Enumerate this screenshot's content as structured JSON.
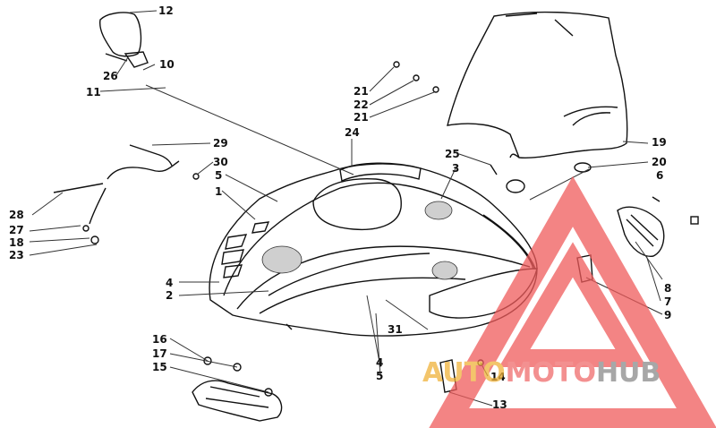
{
  "diagram": {
    "callouts": [
      "12",
      "26",
      "10",
      "11",
      "29",
      "30",
      "24",
      "5",
      "1",
      "28",
      "27",
      "18",
      "23",
      "25",
      "3",
      "21",
      "22",
      "21",
      "19",
      "20",
      "6",
      "8",
      "7",
      "9",
      "4",
      "2",
      "31",
      "4",
      "5",
      "16",
      "17",
      "15",
      "14",
      "13"
    ]
  },
  "watermark": {
    "text_part1": "AUTO",
    "text_part2": "MOTO",
    "text_part3": "HUB",
    "colors": {
      "part1": "#f0b23a",
      "part2": "#ef6c6c",
      "part3": "#8a8a8a",
      "triangle": "#ef5b5b"
    }
  }
}
